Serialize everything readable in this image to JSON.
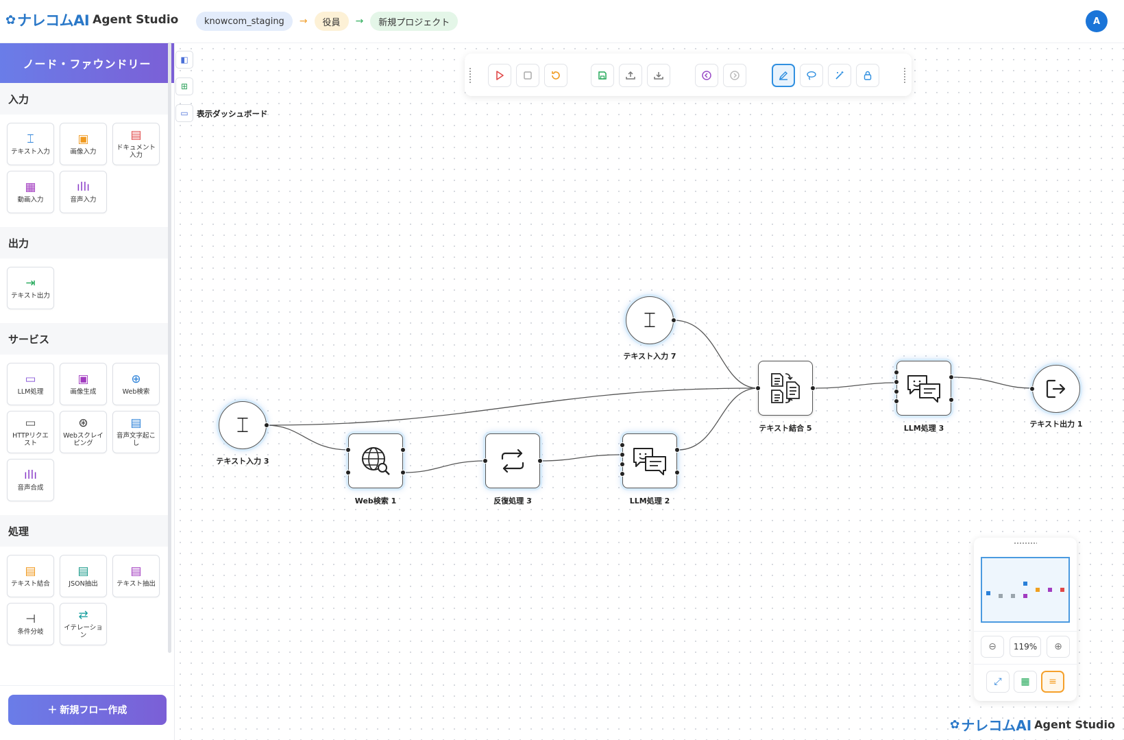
{
  "header": {
    "logo_brand": "ナレコムAI",
    "logo_studio": "Agent Studio",
    "breadcrumbs": [
      "knowcom_staging",
      "役員",
      "新規プロジェクト"
    ],
    "arrow": "→",
    "avatar_initial": "A"
  },
  "sidebar": {
    "title": "ノード・ファウンドリー",
    "sections": [
      {
        "title": "入力",
        "items": [
          "テキスト入力",
          "画像入力",
          "ドキュメント入力",
          "動画入力",
          "音声入力"
        ]
      },
      {
        "title": "出力",
        "items": [
          "テキスト出力"
        ]
      },
      {
        "title": "サービス",
        "items": [
          "LLM処理",
          "画像生成",
          "Web検索",
          "HTTPリクエスト",
          "Webスクレイピング",
          "音声文字起こし",
          "音声合成"
        ]
      },
      {
        "title": "処理",
        "items": [
          "テキスト結合",
          "JSON抽出",
          "テキスト抽出",
          "条件分岐",
          "イテレーション"
        ]
      }
    ],
    "new_flow_label": "＋ 新規フロー作成"
  },
  "canvas": {
    "dashboard_label": "表示ダッシュボード",
    "nodes": {
      "text_input_3": "テキスト入力 3",
      "web_search_1": "Web検索 1",
      "iteration_3": "反復処理 3",
      "llm_2": "LLM処理 2",
      "text_input_7": "テキスト入力 7",
      "text_join_5": "テキスト結合 5",
      "llm_3": "LLM処理 3",
      "text_output_1": "テキスト出力 1"
    },
    "zoom": "119%"
  },
  "colors": {
    "accent": "#6a7de8",
    "brand": "#2a78c8",
    "selection_glow": "#3c8ce6",
    "active_tool": "#2f8fe0",
    "warning_tool": "#f5a02a"
  },
  "watermark": {
    "brand": "ナレコムAI",
    "studio": "Agent Studio"
  }
}
